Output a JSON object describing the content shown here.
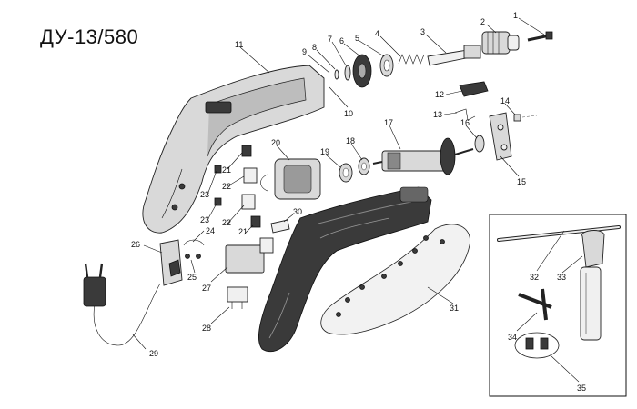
{
  "diagram": {
    "title": "ДУ-13/580",
    "parts": [
      {
        "id": "1",
        "label": "1"
      },
      {
        "id": "2",
        "label": "2"
      },
      {
        "id": "3",
        "label": "3"
      },
      {
        "id": "4",
        "label": "4"
      },
      {
        "id": "5",
        "label": "5"
      },
      {
        "id": "6",
        "label": "6"
      },
      {
        "id": "7",
        "label": "7"
      },
      {
        "id": "8",
        "label": "8"
      },
      {
        "id": "9",
        "label": "9"
      },
      {
        "id": "10",
        "label": "10"
      },
      {
        "id": "11",
        "label": "11"
      },
      {
        "id": "12",
        "label": "12"
      },
      {
        "id": "13",
        "label": "13"
      },
      {
        "id": "14",
        "label": "14"
      },
      {
        "id": "15",
        "label": "15"
      },
      {
        "id": "16",
        "label": "16"
      },
      {
        "id": "17",
        "label": "17"
      },
      {
        "id": "18",
        "label": "18"
      },
      {
        "id": "19",
        "label": "19"
      },
      {
        "id": "20",
        "label": "20"
      },
      {
        "id": "21a",
        "label": "21"
      },
      {
        "id": "21b",
        "label": "21"
      },
      {
        "id": "22a",
        "label": "22"
      },
      {
        "id": "22b",
        "label": "22"
      },
      {
        "id": "23a",
        "label": "23"
      },
      {
        "id": "23b",
        "label": "23"
      },
      {
        "id": "24",
        "label": "24"
      },
      {
        "id": "25",
        "label": "25"
      },
      {
        "id": "26",
        "label": "26"
      },
      {
        "id": "27",
        "label": "27"
      },
      {
        "id": "28",
        "label": "28"
      },
      {
        "id": "29",
        "label": "29"
      },
      {
        "id": "30",
        "label": "30"
      },
      {
        "id": "31",
        "label": "31"
      },
      {
        "id": "32",
        "label": "32"
      },
      {
        "id": "33",
        "label": "33"
      },
      {
        "id": "34",
        "label": "34"
      },
      {
        "id": "35",
        "label": "35"
      }
    ]
  }
}
